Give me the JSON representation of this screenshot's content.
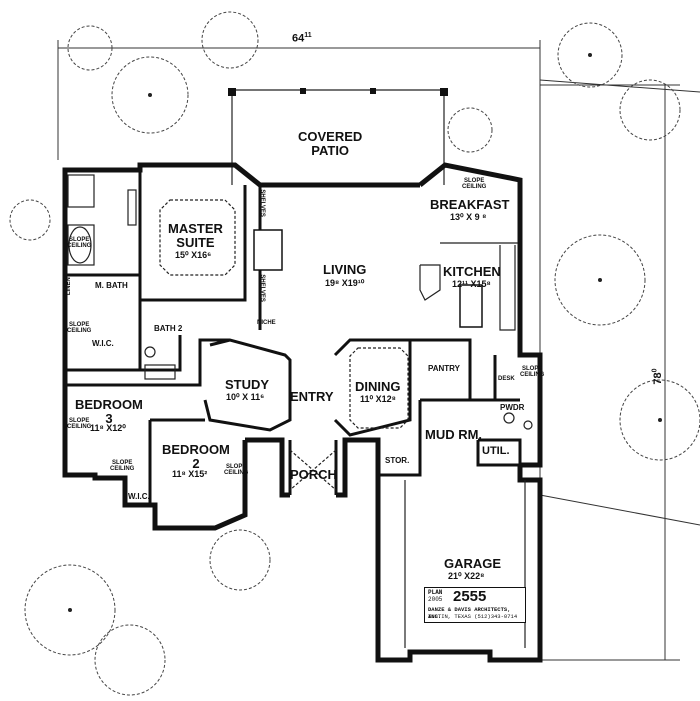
{
  "dimensions": {
    "width_label": "64",
    "width_sup": "11",
    "depth_label": "78",
    "depth_sup": "0"
  },
  "rooms": {
    "covered_patio": {
      "name": "COVERED\nPATIO"
    },
    "breakfast": {
      "name": "BREAKFAST",
      "size": "13⁰ X 9 ⁸"
    },
    "master_suite": {
      "name": "MASTER\nSUITE",
      "size": "15⁰ X16⁶"
    },
    "living": {
      "name": "LIVING",
      "size": "19⁸ X19¹⁰"
    },
    "kitchen": {
      "name": "KITCHEN",
      "size": "12¹¹ X15⁸"
    },
    "m_bath": {
      "name": "M. BATH"
    },
    "bath2": {
      "name": "BATH 2"
    },
    "wic_master": {
      "name": "W.I.C."
    },
    "pantry": {
      "name": "PANTRY"
    },
    "study": {
      "name": "STUDY",
      "size": "10⁰ X 11⁶"
    },
    "entry": {
      "name": "ENTRY"
    },
    "dining": {
      "name": "DINING",
      "size": "11⁰ X12⁸"
    },
    "bedroom3": {
      "name": "BEDROOM\n3",
      "size": "11⁸ X12⁰"
    },
    "bedroom2": {
      "name": "BEDROOM\n2",
      "size": "11⁸ X15²"
    },
    "pwdr": {
      "name": "PWDR"
    },
    "mud_rm": {
      "name": "MUD RM."
    },
    "util": {
      "name": "UTIL."
    },
    "desk": {
      "name": "DESK"
    },
    "stor": {
      "name": "STOR."
    },
    "porch": {
      "name": "PORCH"
    },
    "wic2": {
      "name": "W.I.C."
    },
    "garage": {
      "name": "GARAGE",
      "size": "21⁰ X22⁸"
    }
  },
  "annotations": {
    "slope_ceiling": "SLOPE\nCEILING",
    "shelves": "SHELVES",
    "niche": "NICHE",
    "linen": "LINEN"
  },
  "stamp": {
    "plan_label": "PLAN",
    "year": "2005",
    "number": "2555",
    "firm": "DANZE & DAVIS ARCHITECTS, INC.",
    "location": "AUSTIN, TEXAS   (512)343-0714"
  }
}
